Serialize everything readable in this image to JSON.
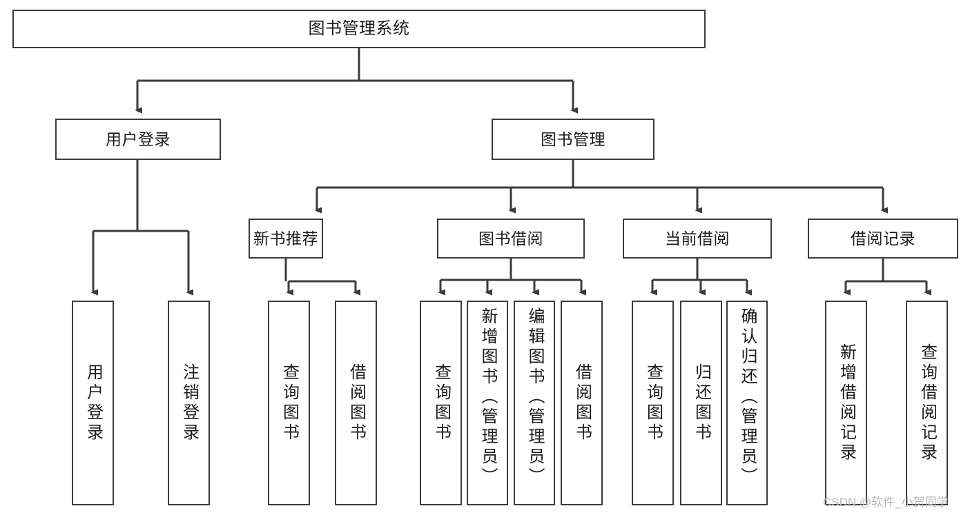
{
  "diagram": {
    "title": "图书管理系统",
    "type": "tree-hierarchy",
    "orientation": "top-down",
    "colors": {
      "node_border": "#3b3b3b",
      "node_fill": "#ffffff",
      "connector": "#3b3b3b",
      "text": "#1a1a1a",
      "watermark": "#b9b9b9",
      "background": "#ffffff"
    }
  },
  "root": {
    "label": "图书管理系统"
  },
  "level2": [
    {
      "label": "用户登录"
    },
    {
      "label": "图书管理"
    }
  ],
  "level3": [
    {
      "label": "新书推荐"
    },
    {
      "label": "图书借阅"
    },
    {
      "label": "当前借阅"
    },
    {
      "label": "借阅记录"
    }
  ],
  "leaves": {
    "user_login": [
      {
        "label": "用户登录"
      },
      {
        "label": "注销登录"
      }
    ],
    "new_book_recommend": [
      {
        "label": "查询图书"
      },
      {
        "label": "借阅图书"
      }
    ],
    "book_borrow": [
      {
        "label": "查询图书"
      },
      {
        "label": "新增图书（管理员）"
      },
      {
        "label": "编辑图书（管理员）"
      },
      {
        "label": "借阅图书"
      }
    ],
    "current_borrow": [
      {
        "label": "查询图书"
      },
      {
        "label": "归还图书"
      },
      {
        "label": "确认归还（管理员）"
      }
    ],
    "borrow_record": [
      {
        "label": "新增借阅记录"
      },
      {
        "label": "查询借阅记录"
      }
    ]
  },
  "watermark": {
    "text": "CSDN @软件_小贺同学"
  }
}
